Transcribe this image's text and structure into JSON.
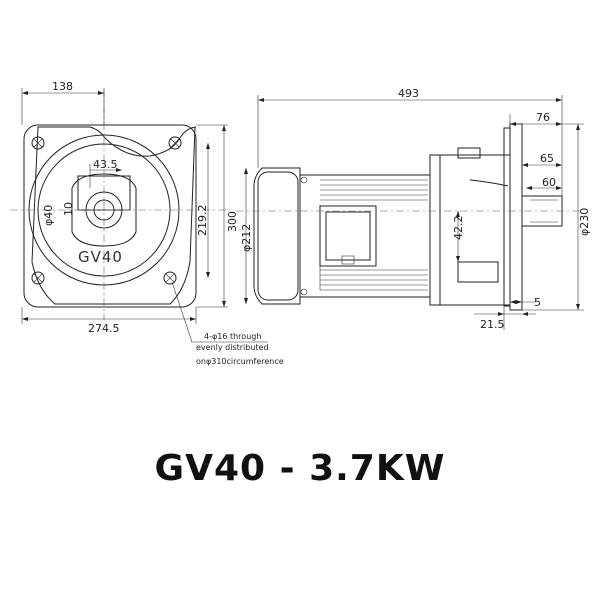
{
  "title": "GV40 - 3.7KW",
  "front_view": {
    "model_label": "GV40",
    "dims": {
      "width_top": "138",
      "width_bottom": "274.5",
      "height_outer": "300",
      "height_inner": "219.2",
      "key_width": "43.5",
      "shaft_dia": "φ40",
      "key": "10"
    },
    "note_lines": [
      "4-φ16 through",
      "evenly distributed",
      "onφ310circumference"
    ]
  },
  "side_view": {
    "dims": {
      "total_length": "493",
      "flange_76": "76",
      "flange_65": "65",
      "flange_60": "60",
      "motor_dia": "φ212",
      "height_42": "42.2",
      "flange_dia": "φ230",
      "offset_5": "5",
      "offset_21": "21.5"
    }
  }
}
